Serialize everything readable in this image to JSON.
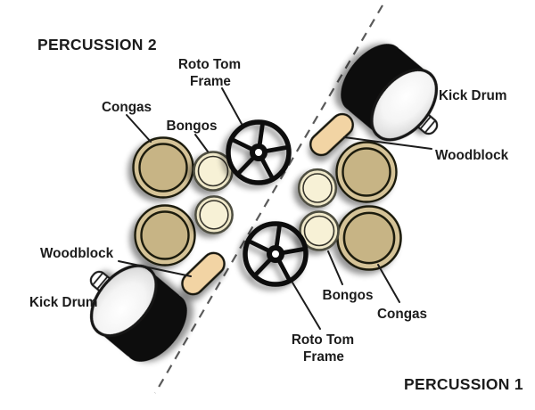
{
  "colors": {
    "ink": "#1c1c1c",
    "conga": "#c7b485",
    "conga_ring": "#d5c397",
    "bongo": "#f7f1d6",
    "bongo_ring": "#efe8c9",
    "woodblock": "#f2d4a4",
    "drum_shell": "#0d0c0b",
    "dash_line": "#5a5a5a"
  },
  "percussion2": {
    "title": "PERCUSSION 2",
    "labels": {
      "congas": "Congas",
      "bongos": "Bongos",
      "roto_tom_line1": "Roto Tom",
      "roto_tom_line2": "Frame",
      "woodblock": "Woodblock",
      "kick_drum": "Kick Drum"
    }
  },
  "percussion1": {
    "title": "PERCUSSION 1",
    "labels": {
      "congas": "Congas",
      "bongos": "Bongos",
      "roto_tom_line1": "Roto Tom",
      "roto_tom_line2": "Frame",
      "woodblock": "Woodblock",
      "kick_drum": "Kick Drum"
    }
  }
}
